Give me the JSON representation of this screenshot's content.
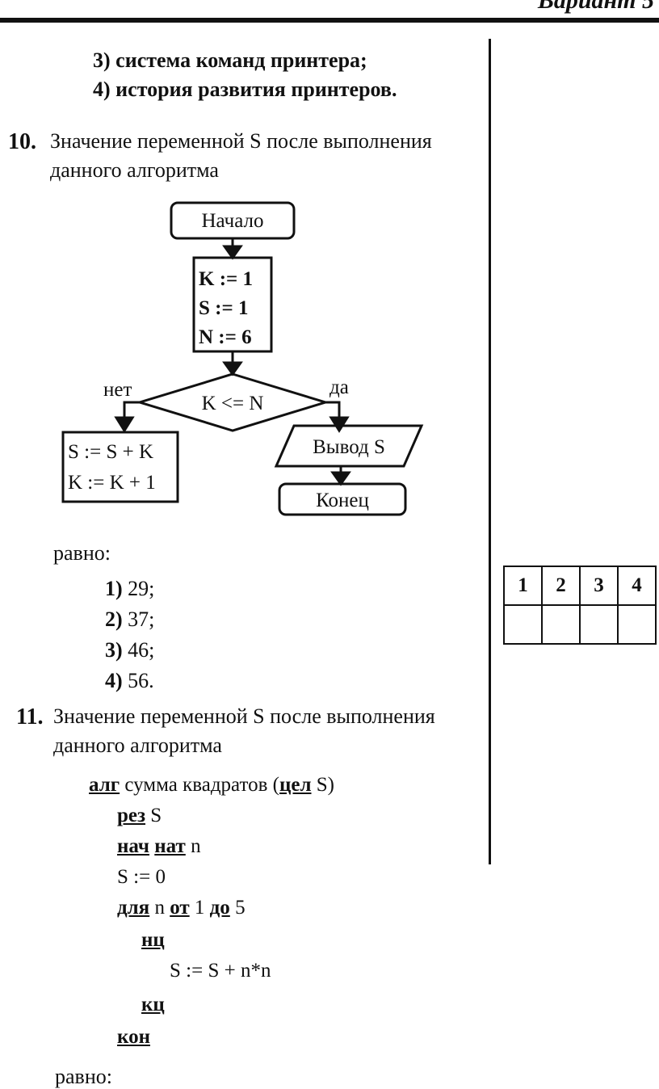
{
  "header": {
    "variant": "Вариант 5"
  },
  "q9_tail": {
    "options": [
      {
        "num": "3)",
        "text": "система команд принтера;"
      },
      {
        "num": "4)",
        "text": "история развития принтеров."
      }
    ]
  },
  "q10": {
    "number": "10.",
    "line1": "Значение переменной S после выполнения",
    "line2": "данного алгоритма",
    "flowchart": {
      "start": "Начало",
      "init": [
        "K := 1",
        "S := 1",
        "N := 6"
      ],
      "condition": "K <= N",
      "no": "нет",
      "yes": "да",
      "body": [
        "S := S + K",
        "K := K + 1"
      ],
      "output": "Вывод S",
      "end": "Конец"
    },
    "equals": "равно:",
    "options": [
      {
        "num": "1)",
        "text": "29;"
      },
      {
        "num": "2)",
        "text": "37;"
      },
      {
        "num": "3)",
        "text": "46;"
      },
      {
        "num": "4)",
        "text": "56."
      }
    ]
  },
  "answer_table": {
    "headers": [
      "1",
      "2",
      "3",
      "4"
    ]
  },
  "q11": {
    "number": "11.",
    "line1": "Значение переменной S после выполнения",
    "line2": "данного алгоритма",
    "code": {
      "l1_kw": "алг",
      "l1_a": " сумма квадратов (",
      "l1_kw2": "цел",
      "l1_b": " S)",
      "l2_kw": "рез",
      "l2_a": " S",
      "l3_kw": "нач",
      "l3_kw2": "нат",
      "l3_a": " n",
      "l4": "S := 0",
      "l5_kw": "для",
      "l5_a": " n ",
      "l5_kw2": "от",
      "l5_b": " 1 ",
      "l5_kw3": "до",
      "l5_c": " 5",
      "l6_kw": "нц",
      "l7": "S := S + n*n",
      "l8_kw": "кц",
      "l9_kw": "кон"
    },
    "equals": "равно:"
  }
}
